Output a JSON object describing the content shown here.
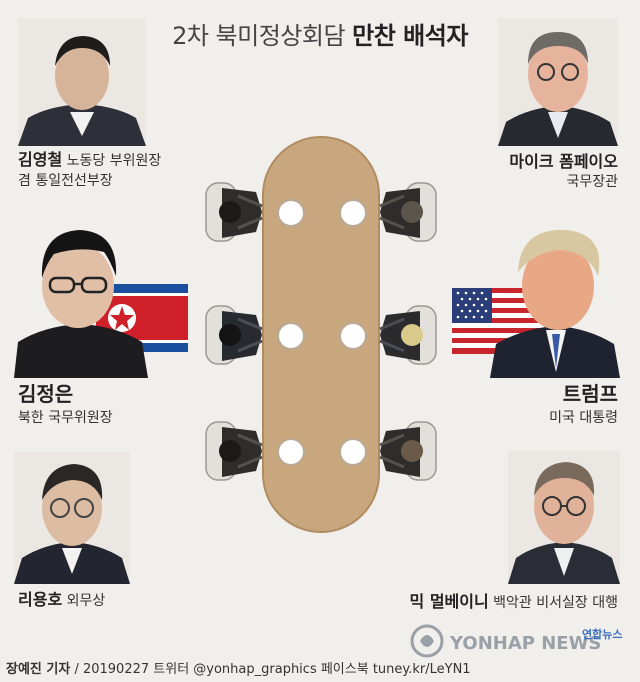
{
  "title": {
    "plain": "2차 북미정상회담",
    "bold": "만찬 배석자"
  },
  "people": {
    "kim_yong_chol": {
      "name": "김영철",
      "title1": "노동당 부위원장",
      "title2": "겸 통일전선부장"
    },
    "kim_jong_un": {
      "name": "김정은",
      "title": "북한 국무위원장"
    },
    "ri_yong_ho": {
      "name": "리용호",
      "title": "외무상"
    },
    "pompeo": {
      "name": "마이크 폼페이오",
      "title": "국무장관"
    },
    "trump": {
      "name": "트럼프",
      "title": "미국 대통령"
    },
    "mulvaney": {
      "name": "믹 멀베이니",
      "title": "백악관 비서실장 대행"
    }
  },
  "footer": {
    "author": "장예진 기자",
    "rest": " / 20190227 트위터 @yonhap_graphics  페이스북 tuney.kr/LeYN1"
  },
  "logo": {
    "text": "YONHAP NEWS",
    "korean": "연합뉴스"
  },
  "colors": {
    "table": "#c9a77e",
    "table_edge": "#b08c60",
    "plate": "#ffffff",
    "chair": "#2e2d2b",
    "nk_red": "#d0202a",
    "nk_blue": "#1a4fa0",
    "us_red": "#c8252c",
    "us_blue": "#2c3e7a"
  }
}
